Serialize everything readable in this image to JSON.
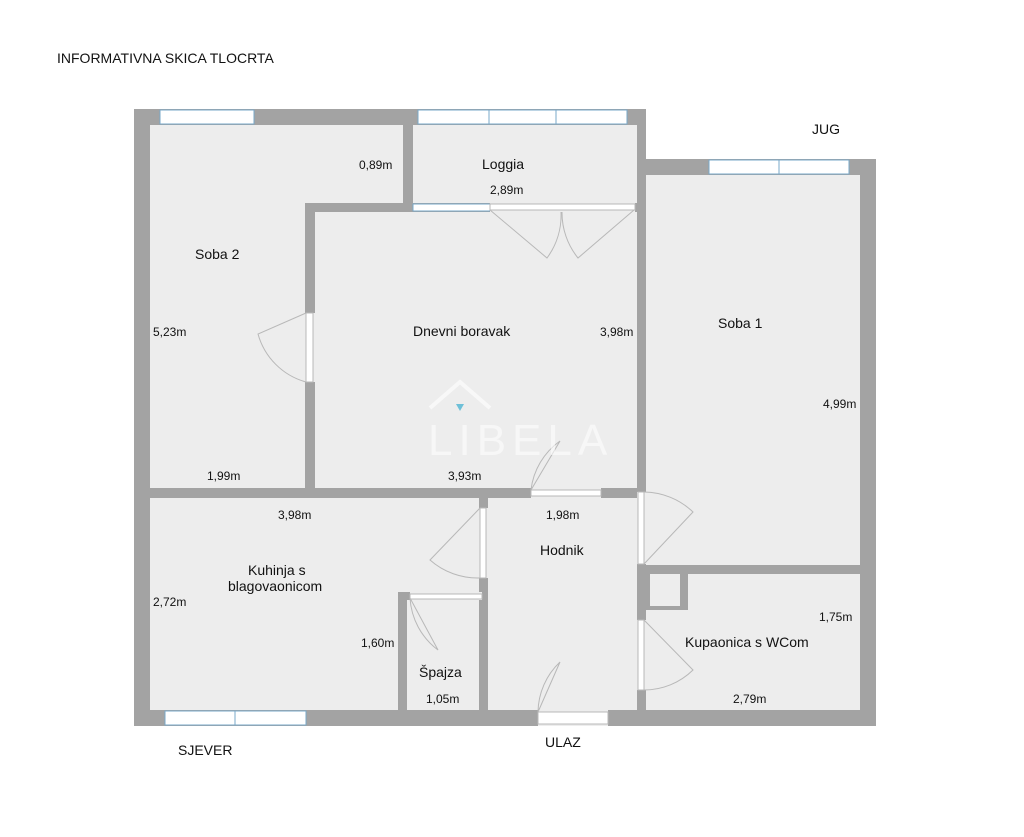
{
  "title": "INFORMATIVNA SKICA TLOCRTA",
  "compass": {
    "south": "JUG",
    "north": "SJEVER",
    "entrance": "ULAZ"
  },
  "watermark": "LIBELA",
  "rooms": {
    "soba2": {
      "name": "Soba 2",
      "dims": [
        "0,89m",
        "5,23m",
        "1,99m"
      ]
    },
    "loggia": {
      "name": "Loggia",
      "dims": [
        "2,89m"
      ]
    },
    "dnevni": {
      "name": "Dnevni boravak",
      "dims": [
        "3,98m",
        "3,93m"
      ]
    },
    "soba1": {
      "name": "Soba 1",
      "dims": [
        "4,99m"
      ]
    },
    "kuhinja": {
      "name_line1": "Kuhinja s",
      "name_line2": "blagovaonicom",
      "dims": [
        "3,98m",
        "2,72m",
        "1,60m"
      ]
    },
    "hodnik": {
      "name": "Hodnik",
      "dims": [
        "1,98m"
      ]
    },
    "spajza": {
      "name": "Špajza",
      "dims": [
        "1,05m"
      ]
    },
    "kupaonica": {
      "name": "Kupaonica s WCom",
      "dims": [
        "1,75m",
        "2,79m"
      ]
    }
  }
}
